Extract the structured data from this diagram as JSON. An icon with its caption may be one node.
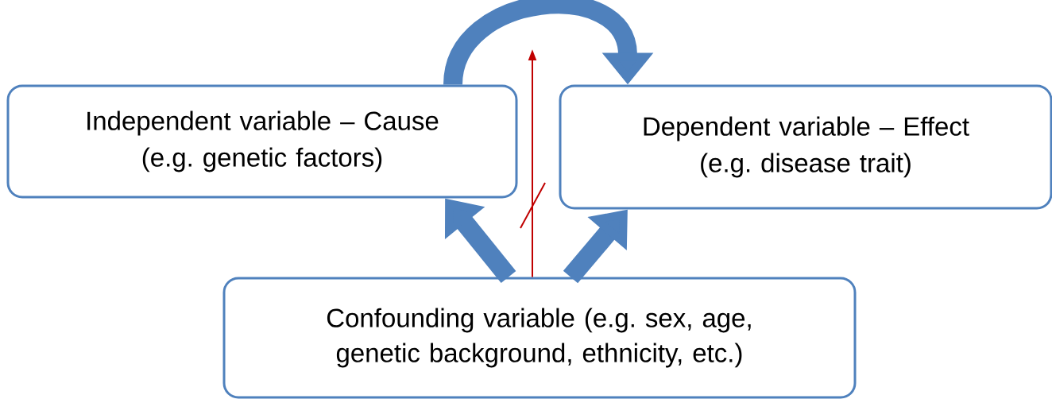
{
  "diagram": {
    "nodes": [
      {
        "text": [
          "Independent variable – Cause",
          "(e.g. genetic factors)"
        ]
      },
      {
        "text": [
          "Dependent variable – Effect",
          "(e.g. disease trait)"
        ]
      },
      {
        "text": [
          "Confounding variable (e.g. sex, age, genetic background, ethnicity, etc.)"
        ]
      }
    ],
    "edges": [
      {
        "from": 0,
        "to": 1,
        "arrow": "to"
      },
      {
        "from": 2,
        "to": 0,
        "arrow": "to"
      },
      {
        "from": 2,
        "to": 1,
        "arrow": "to"
      },
      {
        "from": 2,
        "to": null,
        "arrow": "to",
        "color": "#c00000"
      }
    ]
  }
}
